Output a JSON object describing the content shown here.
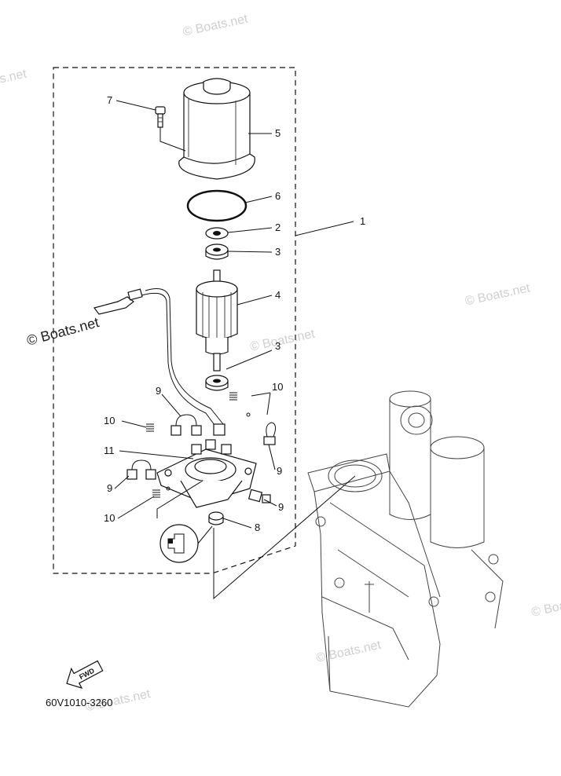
{
  "watermark": "© Boats.net",
  "diagram_code": "60V1010-3260",
  "fwd_label": "FWD",
  "callouts": {
    "c1": "1",
    "c2": "2",
    "c3a": "3",
    "c3b": "3",
    "c4": "4",
    "c5": "5",
    "c6": "6",
    "c7": "7",
    "c8": "8",
    "c9a": "9",
    "c9b": "9",
    "c9c": "9",
    "c9d": "9",
    "c10a": "10",
    "c10b": "10",
    "c10c": "10",
    "c11": "11"
  }
}
